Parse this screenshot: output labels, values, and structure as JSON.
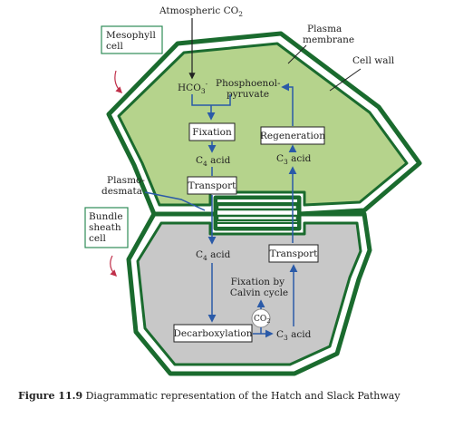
{
  "labels": {
    "atmospheric_co2": "Atmospheric CO",
    "atmospheric_co2_sub": "2",
    "plasma_membrane_1": "Plasma",
    "plasma_membrane_2": "membrane",
    "cell_wall": "Cell wall",
    "mesophyll_1": "Mesophyll",
    "mesophyll_2": "cell",
    "hco3": "HCO",
    "hco3_sub": "3",
    "hco3_sup": "-",
    "pep_1": "Phosphoenol-",
    "pep_2": "pyruvate",
    "plasmodesmata_1": "Plasmo-",
    "plasmodesmata_2": "desmata",
    "bundle_1": "Bundle",
    "bundle_2": "sheath",
    "bundle_3": "cell",
    "c4_acid_top": "C",
    "c4_acid_top_sub": "4",
    "c4_acid_top_rest": " acid",
    "c3_acid_top": "C",
    "c3_acid_top_sub": "3",
    "c3_acid_top_rest": " acid",
    "c4_acid_bottom": "C",
    "c4_acid_bottom_sub": "4",
    "c4_acid_bottom_rest": " acid",
    "fixation_calvin_1": "Fixation by",
    "fixation_calvin_2": "Calvin cycle",
    "co2_circle": "CO",
    "co2_circle_sub": "2",
    "c3_acid_bottom": "C",
    "c3_acid_bottom_sub": "3",
    "c3_acid_bottom_rest": " acid"
  },
  "boxes": {
    "fixation": "Fixation",
    "regeneration": "Regeneration",
    "transport_top": "Transport",
    "transport_bottom": "Transport",
    "decarboxylation": "Decarboxylation"
  },
  "caption": {
    "label": "Figure 11.9",
    "text": " Diagrammatic representation of the Hatch and Slack Pathway"
  },
  "colors": {
    "cell_wall": "#1a6b2e",
    "mesophyll_fill": "#b5d38c",
    "bundle_fill": "#c8c8c8",
    "arrow": "#2a5aa8",
    "callout_arrow": "#c0304a",
    "label_border": "#2e8b57"
  }
}
